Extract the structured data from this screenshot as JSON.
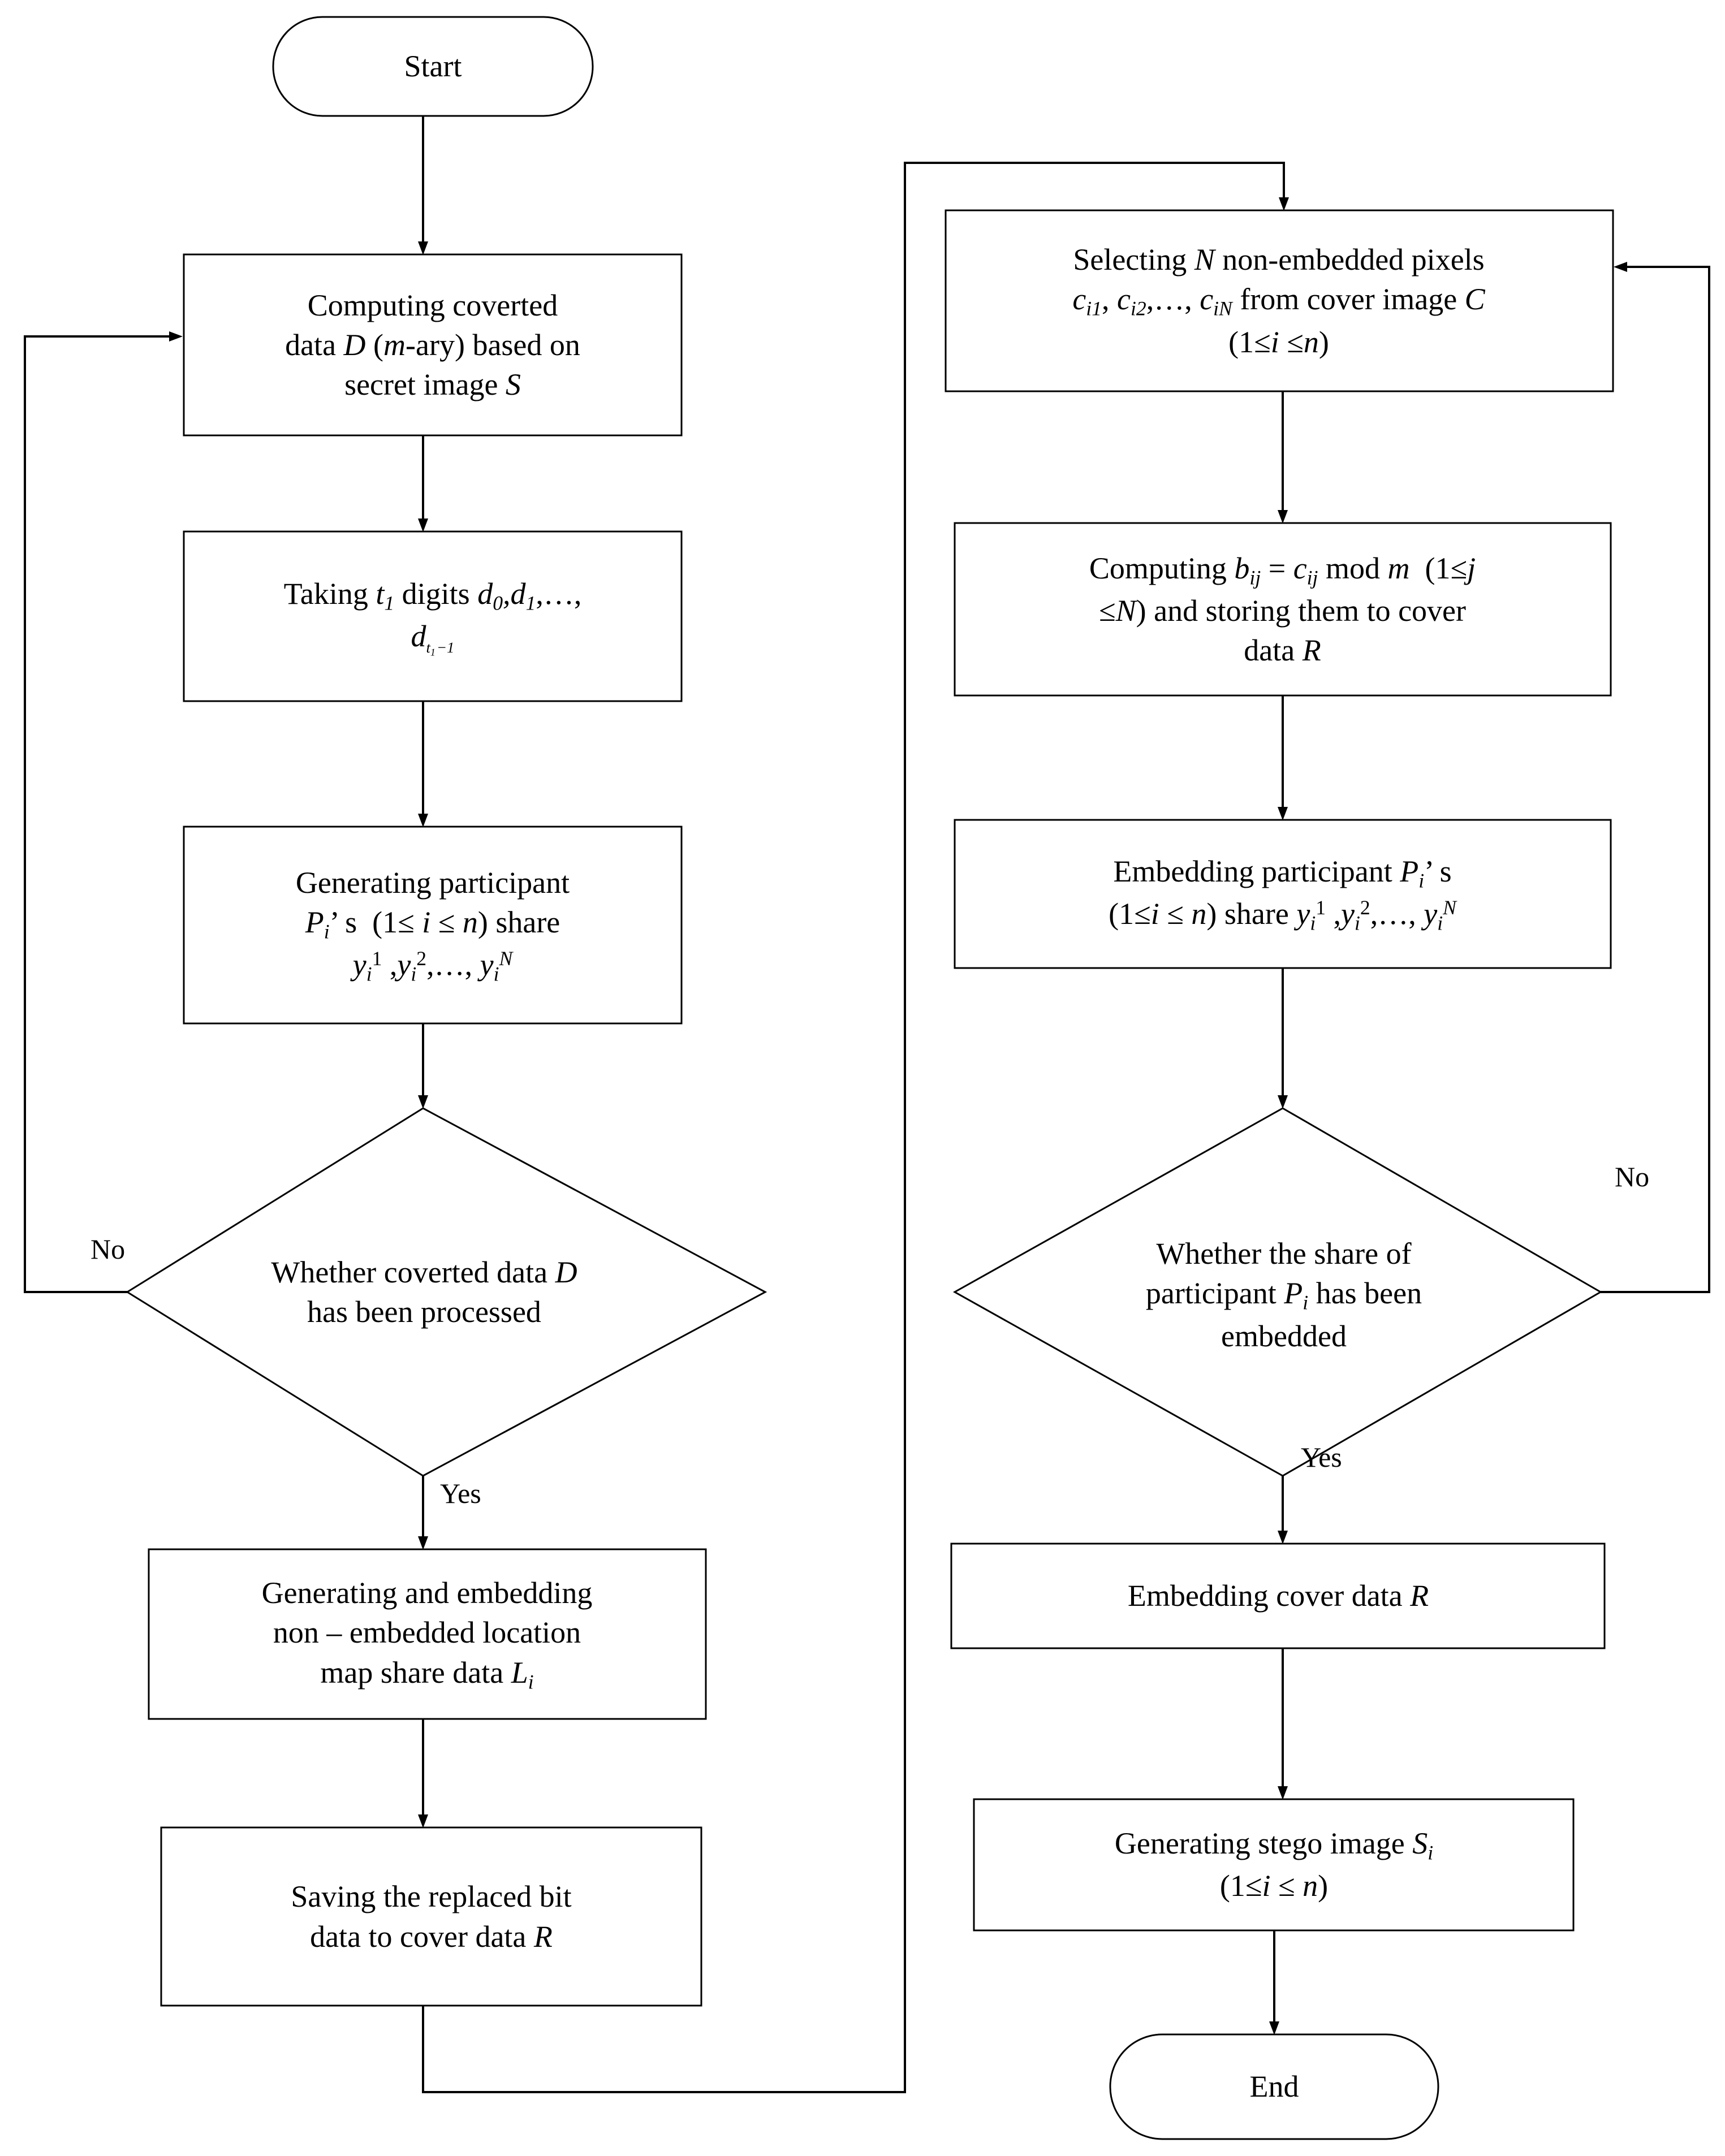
{
  "diagram": {
    "type": "flowchart",
    "title": "",
    "background_color": "#ffffff",
    "line_color": "#000000",
    "text_color": "#000000"
  },
  "nodes": {
    "start": {
      "shape": "terminator",
      "label": "Start"
    },
    "end": {
      "shape": "terminator",
      "label": "End"
    },
    "l1": {
      "shape": "process",
      "label": "Computing coverted data D (m-ary) based on secret image S"
    },
    "l2": {
      "shape": "process",
      "label": "Taking t1 digits d0,d1,…, dt1−1"
    },
    "l3": {
      "shape": "process",
      "label": "Generating participant Pi' s (1≤ i ≤ n) share yi1 ,yi2,…, yiN"
    },
    "l4": {
      "shape": "decision",
      "label": "Whether coverted data D has been processed"
    },
    "l5": {
      "shape": "process",
      "label": "Generating and embedding non – embedded location map share data Li"
    },
    "l6": {
      "shape": "process",
      "label": "Saving the replaced bit data to cover data R"
    },
    "r1": {
      "shape": "process",
      "label": "Selecting N non-embedded pixels ci1, ci2,…, ciN from cover image C (1≤ i ≤ n)"
    },
    "r2": {
      "shape": "process",
      "label": "Computing bij = cij mod m  (1≤ j ≤ N) and storing them to cover data R"
    },
    "r3": {
      "shape": "process",
      "label": "Embedding participant Pi' s (1≤ i ≤ n) share yi1 ,yi2,…, yiN"
    },
    "r4": {
      "shape": "decision",
      "label": "Whether the share of participant Pi has been embedded"
    },
    "r5": {
      "shape": "process",
      "label": "Embedding cover data R"
    },
    "r6": {
      "shape": "process",
      "label": "Generating stego image Si (1≤ i ≤ n)"
    }
  },
  "edge_labels": {
    "left_no": "No",
    "left_yes": "Yes",
    "right_no": "No",
    "right_yes": "Yes"
  },
  "edges": [
    {
      "from": "start",
      "to": "l1",
      "label": ""
    },
    {
      "from": "l1",
      "to": "l2",
      "label": ""
    },
    {
      "from": "l2",
      "to": "l3",
      "label": ""
    },
    {
      "from": "l3",
      "to": "l4",
      "label": ""
    },
    {
      "from": "l4",
      "to": "l1",
      "label": "No"
    },
    {
      "from": "l4",
      "to": "l5",
      "label": "Yes"
    },
    {
      "from": "l5",
      "to": "l6",
      "label": ""
    },
    {
      "from": "l6",
      "to": "r1",
      "label": ""
    },
    {
      "from": "r1",
      "to": "r2",
      "label": ""
    },
    {
      "from": "r2",
      "to": "r3",
      "label": ""
    },
    {
      "from": "r3",
      "to": "r4",
      "label": ""
    },
    {
      "from": "r4",
      "to": "r1",
      "label": "No"
    },
    {
      "from": "r4",
      "to": "r5",
      "label": "Yes"
    },
    {
      "from": "r5",
      "to": "r6",
      "label": ""
    },
    {
      "from": "r6",
      "to": "end",
      "label": ""
    }
  ]
}
